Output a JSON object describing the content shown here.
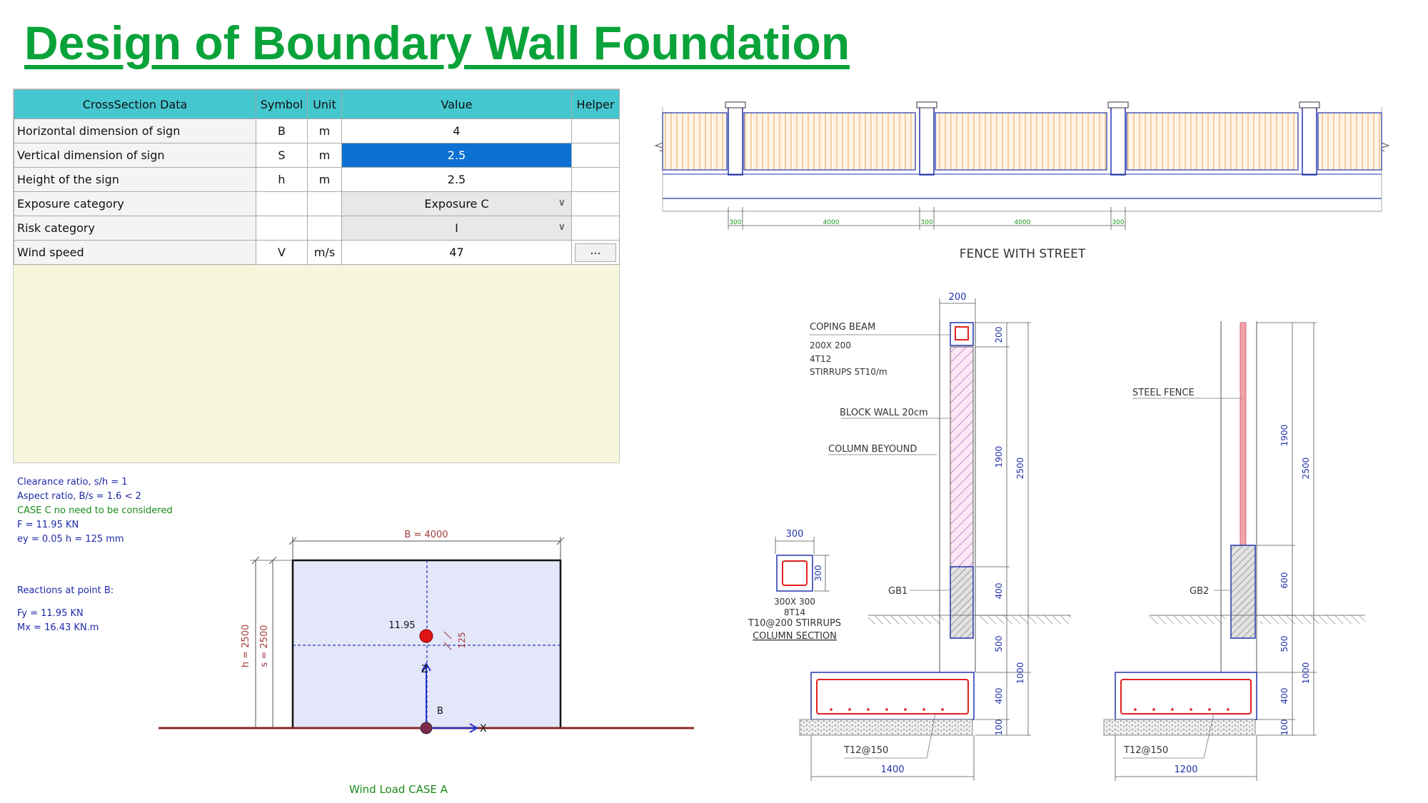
{
  "page": {
    "title": "Design of Boundary Wall Foundation"
  },
  "table": {
    "headers": [
      "CrossSection Data",
      "Symbol",
      "Unit",
      "Value",
      "Helper"
    ],
    "rows": [
      {
        "label": "Horizontal dimension of sign",
        "symbol": "B",
        "unit": "m",
        "value": "4"
      },
      {
        "label": "Vertical dimension of sign",
        "symbol": "S",
        "unit": "m",
        "value": "2.5"
      },
      {
        "label": "Height of the sign",
        "symbol": "h",
        "unit": "m",
        "value": "2.5"
      },
      {
        "label": "Exposure category",
        "symbol": "",
        "unit": "",
        "value": "Exposure C"
      },
      {
        "label": "Risk category",
        "symbol": "",
        "unit": "",
        "value": "I"
      },
      {
        "label": "Wind speed",
        "symbol": "V",
        "unit": "m/s",
        "value": "47"
      }
    ],
    "helper_button": "..."
  },
  "results": {
    "clearance": "Clearance ratio, s/h = 1",
    "aspect": "Aspect ratio, B/s = 1.6  < 2",
    "case_c": "CASE C no need to be considered",
    "force": "F = 11.95 KN",
    "ey": "ey = 0.05 h = 125 mm",
    "reactions_title": "Reactions at point B:",
    "fy": "Fy = 11.95 KN",
    "mx": "Mx = 16.43 KN.m"
  },
  "wind_diagram": {
    "b_label": "B = 4000",
    "h_label": "h = 2500",
    "s_label": "s = 2500",
    "force_label": "11.95",
    "ey_label": "125",
    "z_label": "Z",
    "x_label": "X",
    "point_label": "B",
    "caption": "Wind Load CASE A"
  },
  "fence_elevation": {
    "dims": [
      "300",
      "4000",
      "300",
      "4000",
      "300"
    ],
    "caption": "FENCE WITH STREET"
  },
  "section1": {
    "top_dim": "200",
    "coping": "COPING BEAM",
    "coping_size": "200X 200",
    "coping_bars": "4T12",
    "coping_stirrups": "STIRRUPS 5T10/m",
    "block_wall": "BLOCK WALL 20cm",
    "column_beyond": "COLUMN BEYOUND",
    "gb": "GB1",
    "right_dims": [
      "200",
      "1900",
      "400",
      "500",
      "400",
      "100"
    ],
    "outer_dims": [
      "2500",
      "1000"
    ],
    "rebar": "T12@150",
    "width": "1400"
  },
  "column_section": {
    "width": "300",
    "height": "300",
    "size": "300X 300",
    "bars": "8T14",
    "stirrups": "T10@200 STIRRUPS",
    "caption": "COLUMN SECTION"
  },
  "section2": {
    "steel_fence": "STEEL FENCE",
    "gb": "GB2",
    "right_dims": [
      "1900",
      "600",
      "500",
      "400",
      "100"
    ],
    "outer_dims": [
      "2500",
      "1000"
    ],
    "rebar": "T12@150",
    "width": "1200"
  }
}
